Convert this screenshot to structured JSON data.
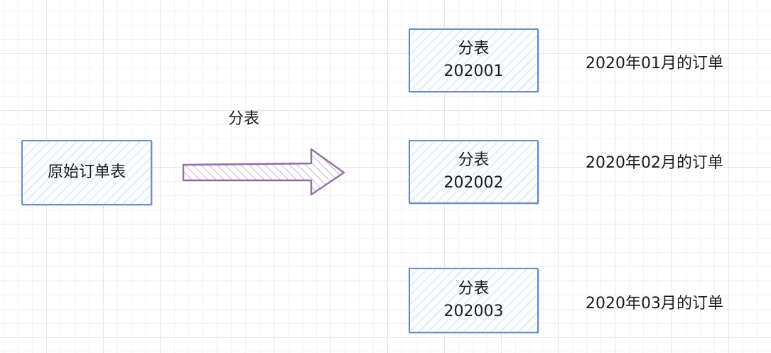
{
  "source_table": {
    "label": "原始订单表"
  },
  "arrow": {
    "label": "分表"
  },
  "shard_tables": [
    {
      "line1": "分表",
      "line2": "202001",
      "description": "2020年01月的订单"
    },
    {
      "line1": "分表",
      "line2": "202002",
      "description": "2020年02月的订单"
    },
    {
      "line1": "分表",
      "line2": "202003",
      "description": "2020年03月的订单"
    }
  ],
  "colors": {
    "box_border": "#6c8ebf",
    "arrow_border": "#9673a6",
    "grid": "#e6e6e6",
    "text": "#1a1a1a"
  }
}
